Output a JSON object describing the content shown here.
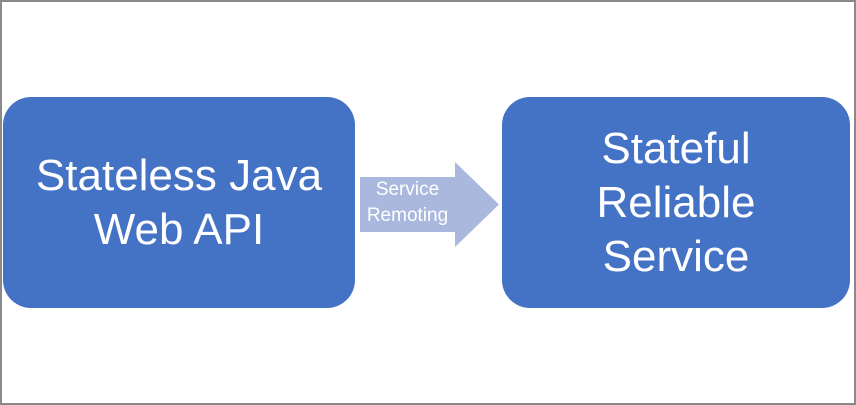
{
  "diagram": {
    "background_color": "#ffffff",
    "frame_border_color": "#8a8a8a",
    "nodes": [
      {
        "id": "stateless-java-web-api",
        "lines": [
          "Stateless Java",
          "Web API"
        ],
        "fill": "#4472c4",
        "text_color": "#ffffff",
        "shape": "rounded-rectangle"
      },
      {
        "id": "stateful-reliable-service",
        "lines": [
          "Stateful",
          "Reliable",
          "Service"
        ],
        "fill": "#4472c4",
        "text_color": "#ffffff",
        "shape": "rounded-rectangle"
      }
    ],
    "connector": {
      "id": "service-remoting-arrow",
      "label_lines": [
        "Service",
        "Remoting"
      ],
      "fill": "#a9b8dc",
      "text_color": "#ffffff",
      "direction": "right",
      "from": "stateless-java-web-api",
      "to": "stateful-reliable-service"
    }
  }
}
